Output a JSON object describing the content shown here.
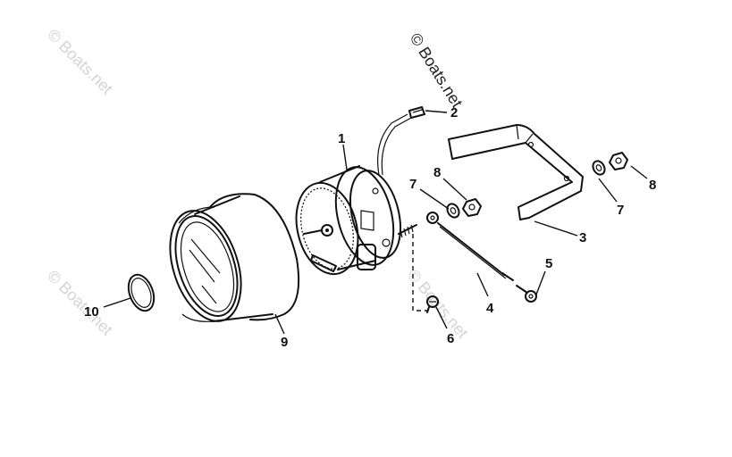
{
  "watermarks": [
    {
      "id": "wm-top-left",
      "text": "© Boats.net"
    },
    {
      "id": "wm-top-center",
      "text": "© Boats.net"
    },
    {
      "id": "wm-bottom-left",
      "text": "© Boats.net"
    },
    {
      "id": "wm-bottom-center",
      "text": "© Boats.net"
    }
  ],
  "parts": {
    "p1": "1",
    "p2": "2",
    "p3": "3",
    "p4": "4",
    "p5": "5",
    "p6": "6",
    "p7a": "7",
    "p7b": "7",
    "p8a": "8",
    "p8b": "8",
    "p9": "9",
    "p10": "10"
  }
}
